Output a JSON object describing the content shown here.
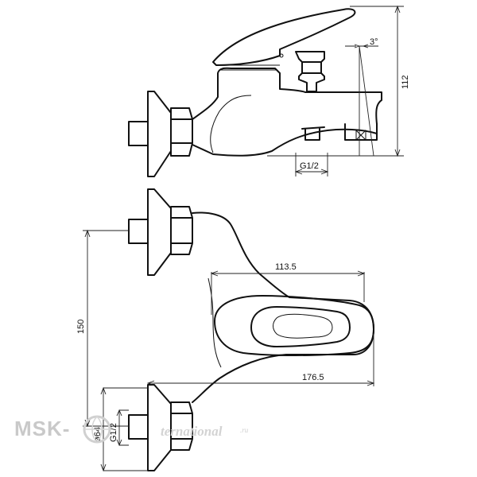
{
  "drawing": {
    "dimensions": {
      "height_total": "112",
      "angle": "3°",
      "thread_spout": "G1/2",
      "centers": "150",
      "lever_length": "113.5",
      "projection": "176.5",
      "flange_diameter": "ø64",
      "thread_inlet": "G1/2"
    }
  },
  "watermark": {
    "brand": "MSK-",
    "word": "ternational",
    "domain": ".ru"
  }
}
